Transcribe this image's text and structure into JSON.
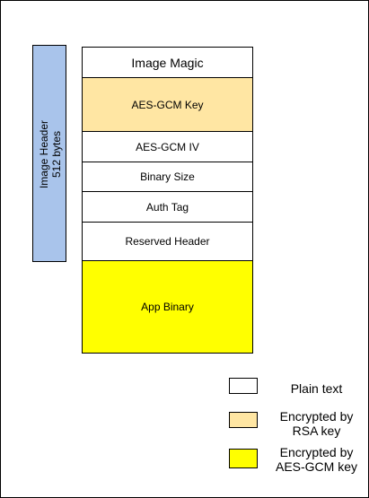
{
  "colors": {
    "header_bar": "#a9c4eb",
    "plain": "#ffffff",
    "rsa": "#ffe6a3",
    "aes_gcm": "#ffff00",
    "border": "#000000"
  },
  "image_header": {
    "line1": "Image Header",
    "line2": "512 bytes"
  },
  "blocks": [
    {
      "label": "Image Magic"
    },
    {
      "label": "AES-GCM Key"
    },
    {
      "label": "AES-GCM IV"
    },
    {
      "label": "Binary Size"
    },
    {
      "label": "Auth Tag"
    },
    {
      "label": "Reserved Header"
    },
    {
      "label": "App Binary"
    }
  ],
  "legend": [
    {
      "label": "Plain text"
    },
    {
      "label": "Encrypted by\nRSA key"
    },
    {
      "label": "Encrypted by\nAES-GCM key"
    }
  ]
}
